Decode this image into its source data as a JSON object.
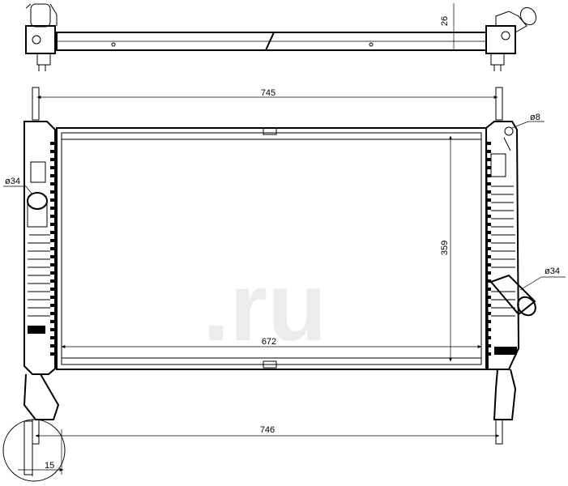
{
  "dimensions": {
    "top_width": "745",
    "core_width": "672",
    "bottom_width": "746",
    "core_height": "359",
    "top_depth": "26",
    "detail_offset": "15"
  },
  "callouts": {
    "pipe_left": "ø34",
    "pipe_right": "ø34",
    "small_port": "ø8"
  }
}
